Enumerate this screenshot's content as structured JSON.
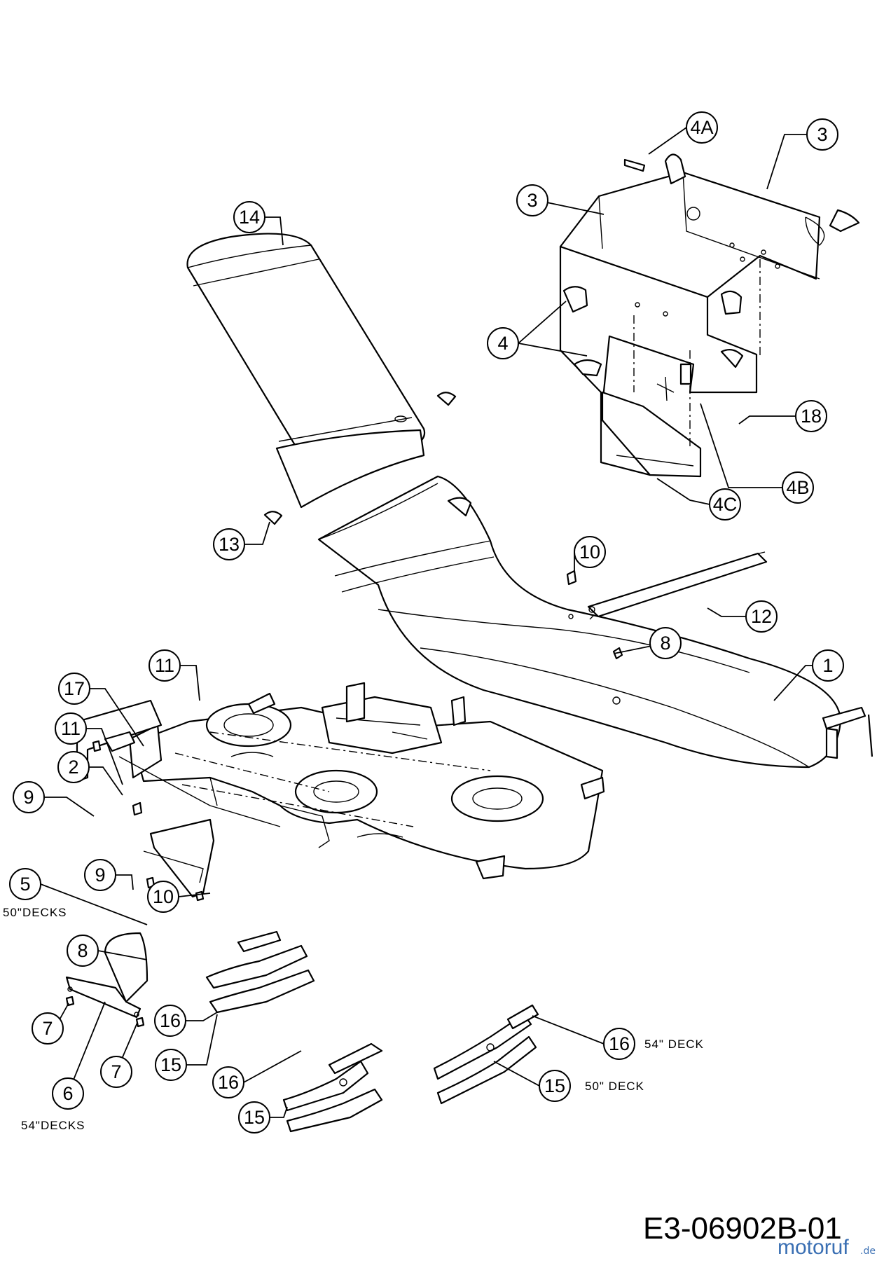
{
  "callouts": [
    {
      "id": "c-4a",
      "label": "4A"
    },
    {
      "id": "c-3a",
      "label": "3"
    },
    {
      "id": "c-3b",
      "label": "3"
    },
    {
      "id": "c-14",
      "label": "14"
    },
    {
      "id": "c-4",
      "label": "4"
    },
    {
      "id": "c-18",
      "label": "18"
    },
    {
      "id": "c-4b",
      "label": "4B"
    },
    {
      "id": "c-4c",
      "label": "4C"
    },
    {
      "id": "c-13",
      "label": "13"
    },
    {
      "id": "c-10a",
      "label": "10"
    },
    {
      "id": "c-12",
      "label": "12"
    },
    {
      "id": "c-8a",
      "label": "8"
    },
    {
      "id": "c-1",
      "label": "1"
    },
    {
      "id": "c-11a",
      "label": "11"
    },
    {
      "id": "c-17",
      "label": "17"
    },
    {
      "id": "c-11b",
      "label": "11"
    },
    {
      "id": "c-2",
      "label": "2"
    },
    {
      "id": "c-9a",
      "label": "9"
    },
    {
      "id": "c-5",
      "label": "5"
    },
    {
      "id": "c-9b",
      "label": "9"
    },
    {
      "id": "c-10b",
      "label": "10"
    },
    {
      "id": "c-8b",
      "label": "8"
    },
    {
      "id": "c-16a",
      "label": "16"
    },
    {
      "id": "c-7a",
      "label": "7"
    },
    {
      "id": "c-15a",
      "label": "15"
    },
    {
      "id": "c-7b",
      "label": "7"
    },
    {
      "id": "c-16b",
      "label": "16"
    },
    {
      "id": "c-15b",
      "label": "15"
    },
    {
      "id": "c-6",
      "label": "6"
    },
    {
      "id": "c-16c",
      "label": "16"
    },
    {
      "id": "c-15c",
      "label": "15"
    }
  ],
  "notes": {
    "decks50": "50\"DECKS",
    "decks54": "54\"DECKS",
    "deck54": "54\"  DECK",
    "deck50": "50\"  DECK"
  },
  "drawing_code": "E3-06902B-01",
  "watermark": {
    "main": "motoruf",
    "suffix": ".de"
  }
}
